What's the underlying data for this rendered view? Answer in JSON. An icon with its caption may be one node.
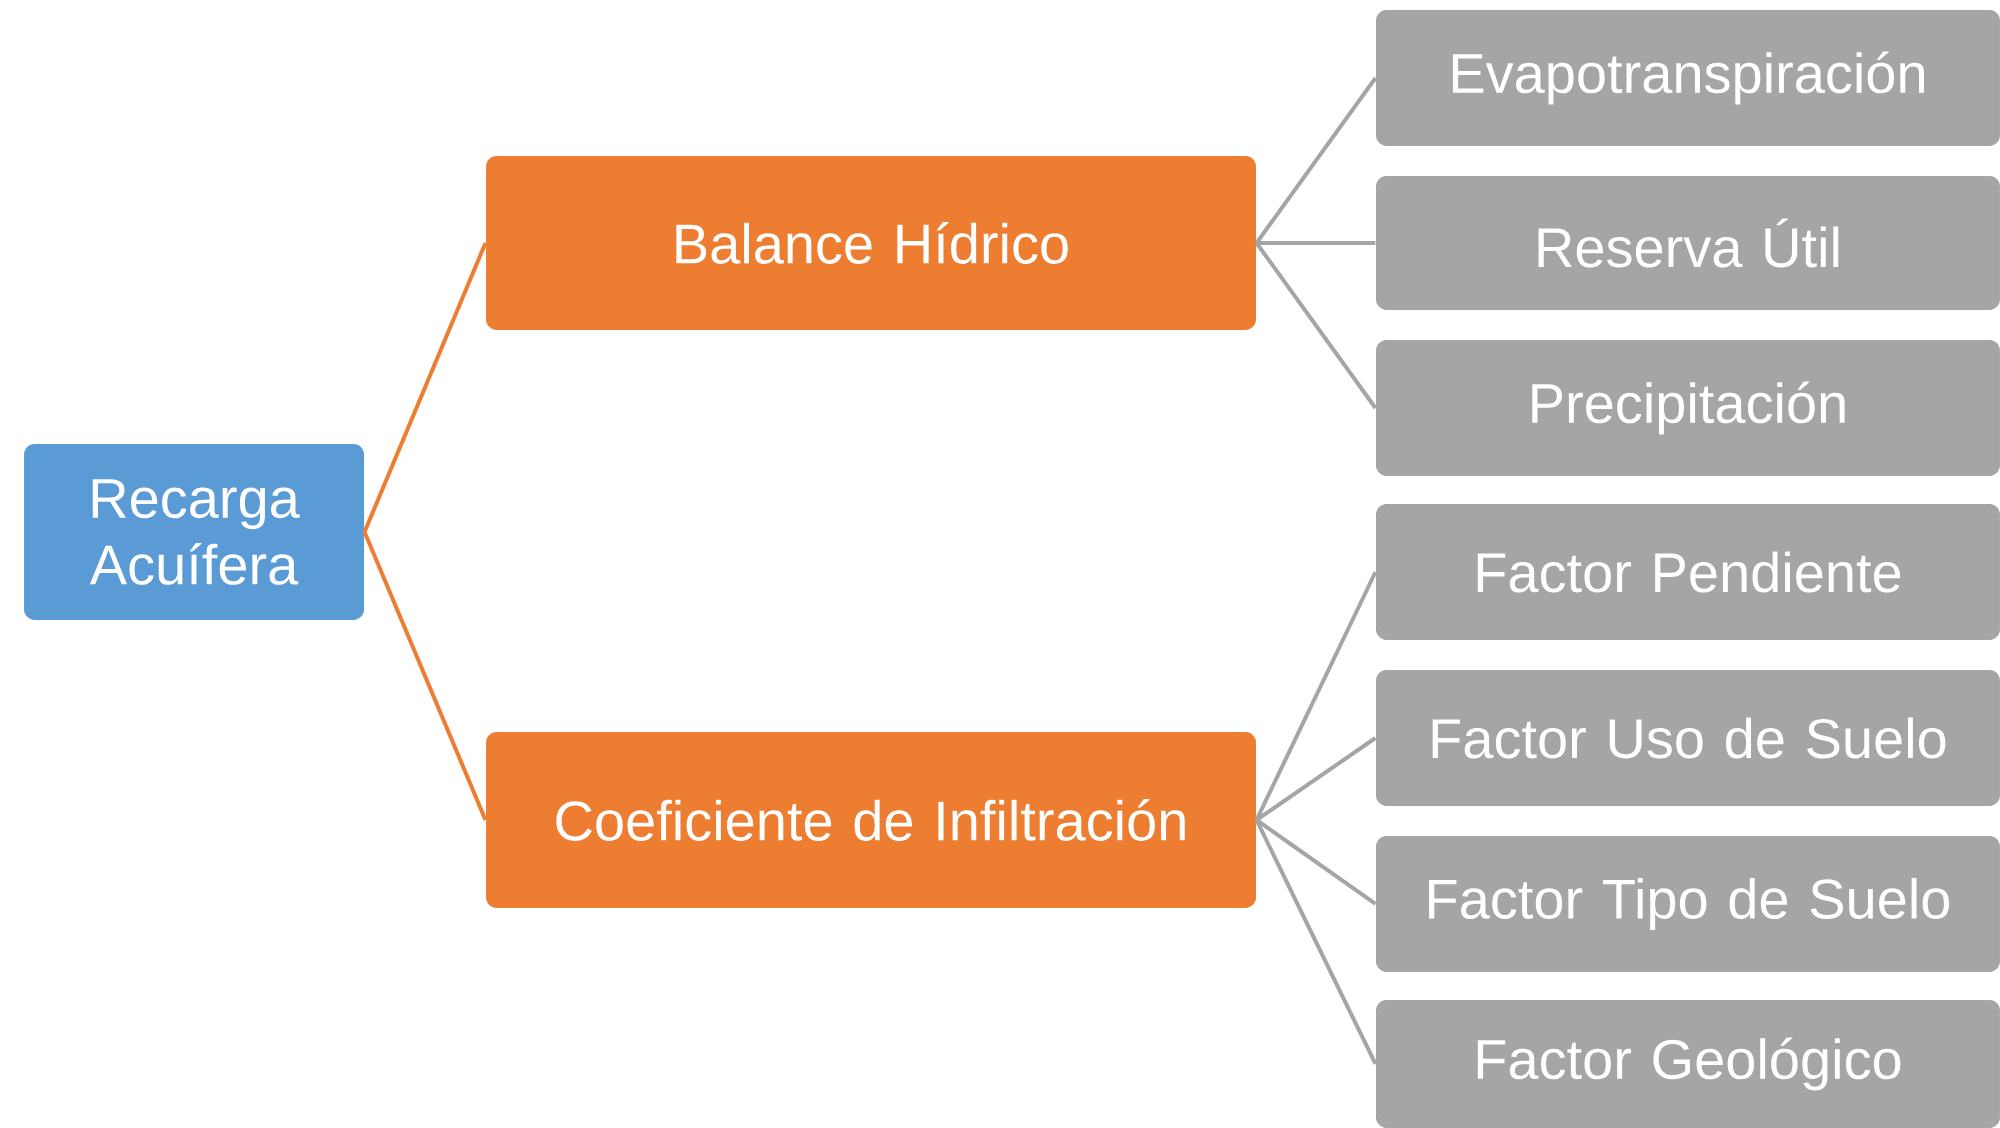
{
  "diagram": {
    "nodes": [
      {
        "text": [
          "Recarga Acuífera"
        ]
      },
      {
        "text": [
          "Balance Hídrico"
        ]
      },
      {
        "text": [
          "Coeficiente de Infiltración"
        ]
      },
      {
        "text": [
          "Evapotranspiración"
        ]
      },
      {
        "text": [
          "Reserva Útil"
        ]
      },
      {
        "text": [
          "Precipitación"
        ]
      },
      {
        "text": [
          "Factor Pendiente"
        ]
      },
      {
        "text": [
          "Factor Uso de Suelo"
        ]
      },
      {
        "text": [
          "Factor Tipo de Suelo"
        ]
      },
      {
        "text": [
          "Factor Geológico"
        ]
      }
    ],
    "edges": [
      {
        "from": 0,
        "to": 1,
        "arrow": "none",
        "color": "#ed7d31"
      },
      {
        "from": 0,
        "to": 2,
        "arrow": "none",
        "color": "#ed7d31"
      },
      {
        "from": 1,
        "to": 3,
        "arrow": "none"
      },
      {
        "from": 1,
        "to": 4,
        "arrow": "none"
      },
      {
        "from": 1,
        "to": 5,
        "arrow": "none"
      },
      {
        "from": 2,
        "to": 6,
        "arrow": "none"
      },
      {
        "from": 2,
        "to": 7,
        "arrow": "none"
      },
      {
        "from": 2,
        "to": 8,
        "arrow": "none"
      },
      {
        "from": 2,
        "to": 9,
        "arrow": "none"
      }
    ]
  }
}
